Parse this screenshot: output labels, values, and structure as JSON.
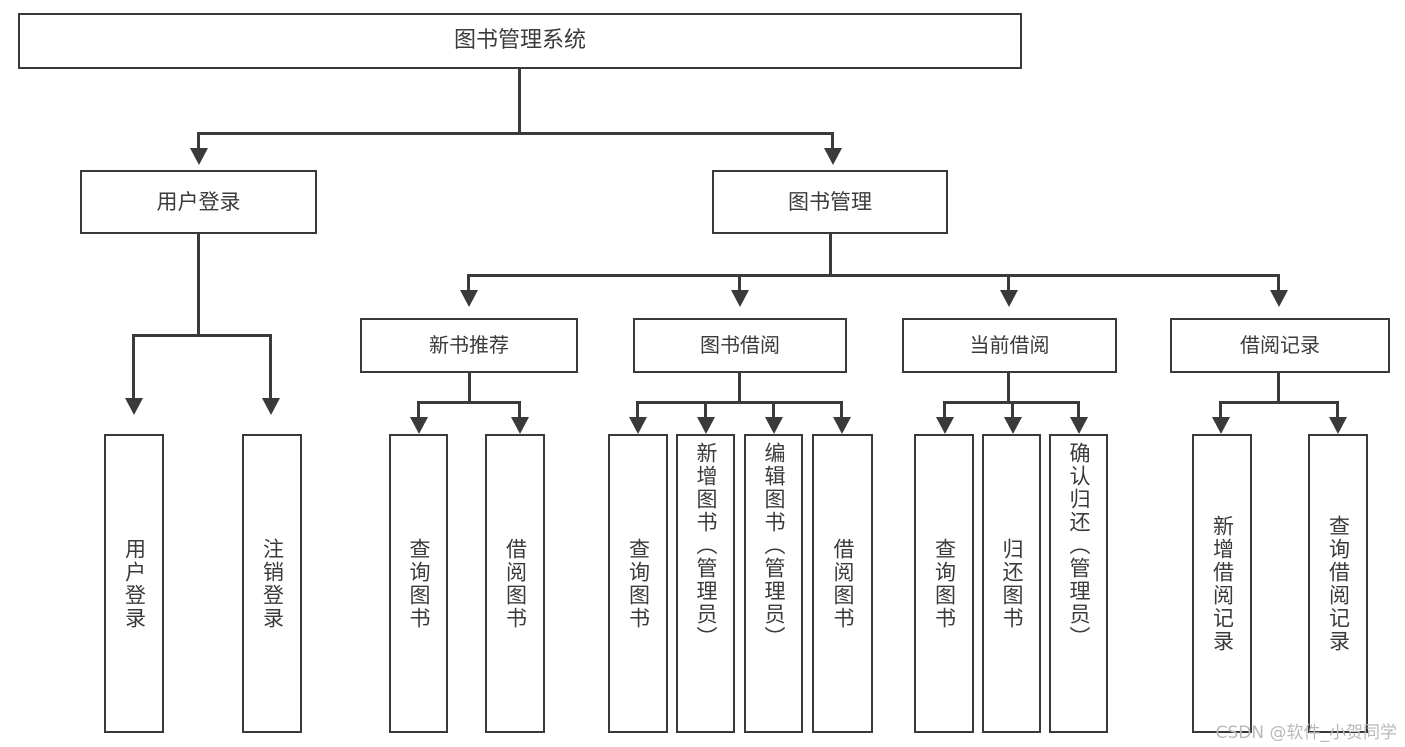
{
  "diagram": {
    "title": "图书管理系统",
    "watermark": "CSDN @软件_小贺同学",
    "colors": {
      "border": "#3a3a3a",
      "text": "#3b3b3b",
      "background": "#ffffff",
      "watermark": "#b9b9b9"
    },
    "root": {
      "label": "图书管理系统"
    },
    "level1": [
      {
        "label": "用户登录"
      },
      {
        "label": "图书管理"
      }
    ],
    "level2": [
      {
        "label": "新书推荐"
      },
      {
        "label": "图书借阅"
      },
      {
        "label": "当前借阅"
      },
      {
        "label": "借阅记录"
      }
    ],
    "leaves": {
      "user_login": [
        {
          "label": "用户登录"
        },
        {
          "label": "注销登录"
        }
      ],
      "new_book_recommend": [
        {
          "label": "查询图书"
        },
        {
          "label": "借阅图书"
        }
      ],
      "book_borrow": [
        {
          "label": "查询图书"
        },
        {
          "label": "新增图书（管理员）"
        },
        {
          "label": "编辑图书（管理员）"
        },
        {
          "label": "借阅图书"
        }
      ],
      "current_borrow": [
        {
          "label": "查询图书"
        },
        {
          "label": "归还图书"
        },
        {
          "label": "确认归还（管理员）"
        }
      ],
      "borrow_record": [
        {
          "label": "新增借阅记录"
        },
        {
          "label": "查询借阅记录"
        }
      ]
    }
  }
}
